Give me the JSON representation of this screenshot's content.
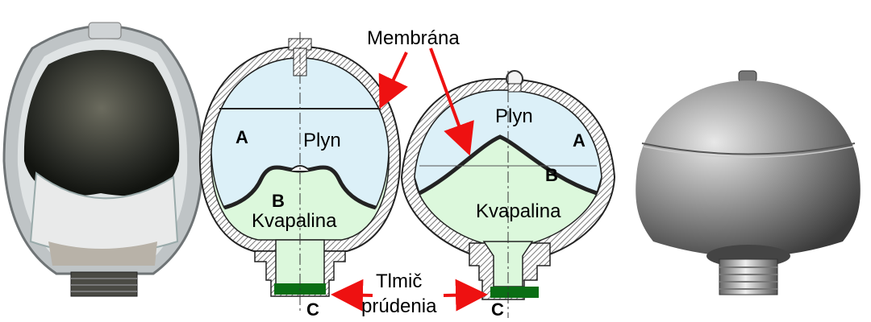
{
  "labels": {
    "membrane": "Membrána",
    "gas_left": "Plyn",
    "gas_right": "Plyn",
    "liquid_left": "Kvapalina",
    "liquid_right": "Kvapalina",
    "a_left": "A",
    "a_right": "A",
    "b_left": "B",
    "b_right": "B",
    "c_left": "C",
    "c_right": "C",
    "throttle_line1": "Tlmič",
    "throttle_line2": "prúdenia"
  },
  "colors": {
    "gas": "#dcf0f8",
    "liquid": "#dcf8dc",
    "throttle": "#0a6e14",
    "arrow": "#ee1111",
    "hatch": "#555555"
  }
}
